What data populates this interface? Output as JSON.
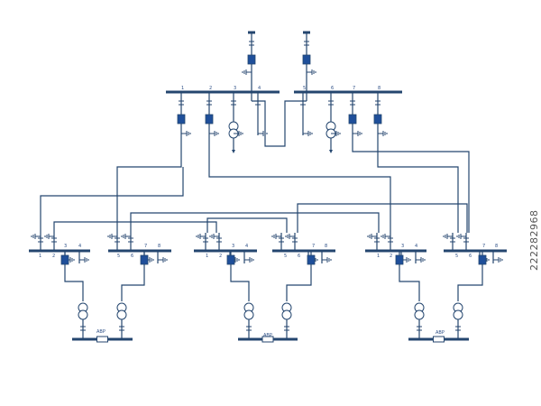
{
  "colors": {
    "line": "#24466f",
    "switch": "#1f4f9a",
    "bg": "#ffffff"
  },
  "top_feeders": [
    {
      "bus_labels": [
        "1",
        "2",
        "3",
        "4"
      ]
    },
    {
      "bus_labels": [
        "5",
        "6",
        "7",
        "8"
      ]
    }
  ],
  "groups": [
    {
      "bus_labels": [
        "1",
        "2",
        "3",
        "4",
        "5",
        "6",
        "7",
        "8"
      ],
      "tie_label": "АВР"
    },
    {
      "bus_labels": [
        "1",
        "2",
        "3",
        "4",
        "5",
        "6",
        "7",
        "8"
      ],
      "tie_label": "АВР"
    },
    {
      "bus_labels": [
        "1",
        "2",
        "3",
        "4",
        "5",
        "6",
        "7",
        "8"
      ],
      "tie_label": "АВР"
    }
  ],
  "stock_id": "222282968"
}
